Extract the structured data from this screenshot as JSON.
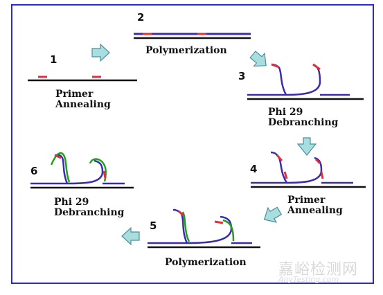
{
  "steps": [
    {
      "number": "1",
      "label": [
        "Primer",
        "Annealing"
      ]
    },
    {
      "number": "2",
      "label": [
        "Polymerization"
      ]
    },
    {
      "number": "3",
      "label": [
        "Phi 29",
        "Debranching"
      ]
    },
    {
      "number": "4",
      "label": [
        "Primer",
        "Annealing"
      ]
    },
    {
      "number": "5",
      "label": [
        "Polymerization"
      ]
    },
    {
      "number": "6",
      "label": [
        "Phi 29",
        "Debranching"
      ]
    }
  ],
  "watermark": {
    "cn": "嘉峪检测网",
    "en": "AnyTesting.com"
  },
  "colors": {
    "border": "#2a2ad0",
    "template": "#111111",
    "new_strand": "#3b2bb0",
    "primer": "#e0303a",
    "green": "#1ea01e",
    "arrow_fill": "#a9dede",
    "arrow_stroke": "#4a8fa0"
  }
}
